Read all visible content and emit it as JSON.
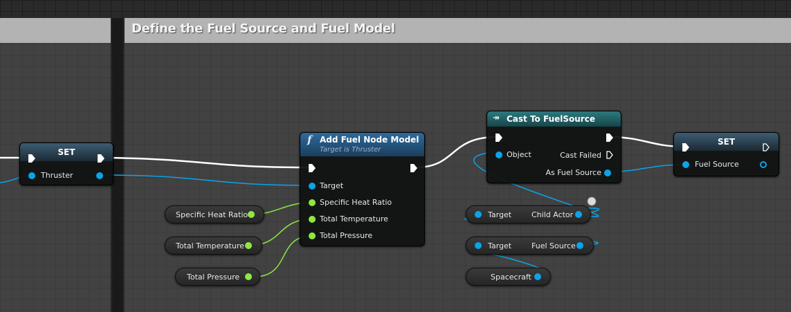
{
  "comment_box": {
    "title": "Define the Fuel Source and Fuel Model",
    "header_color": "#b3b3b3"
  },
  "colors": {
    "exec_wire": "#ffffff",
    "object_pin": "#0aa4e8",
    "float_pin": "#8fe840"
  },
  "set_thruster_node": {
    "title": "SET",
    "pin_label": "Thruster"
  },
  "add_fuel_node": {
    "title": "Add Fuel Node Model",
    "subtitle": "Target is Thruster",
    "icon": "function-icon",
    "pins": [
      "Target",
      "Specific Heat Ratio",
      "Total Temperature",
      "Total Pressure"
    ]
  },
  "input_vars": {
    "specific_heat_ratio": "Specific Heat Ratio",
    "total_temperature": "Total Temperature",
    "total_pressure": "Total Pressure"
  },
  "cast_node": {
    "title": "Cast To FuelSource",
    "icon": "cast-icon",
    "object_pin": "Object",
    "cast_failed": "Cast Failed",
    "as_output": "As Fuel Source"
  },
  "set_fuel_node": {
    "title": "SET",
    "pin_label": "Fuel Source"
  },
  "child_actor_getter": {
    "target": "Target",
    "output": "Child Actor"
  },
  "fuel_source_getter": {
    "target": "Target",
    "output": "Fuel Source"
  },
  "spacecraft_var": {
    "label": "Spacecraft"
  }
}
